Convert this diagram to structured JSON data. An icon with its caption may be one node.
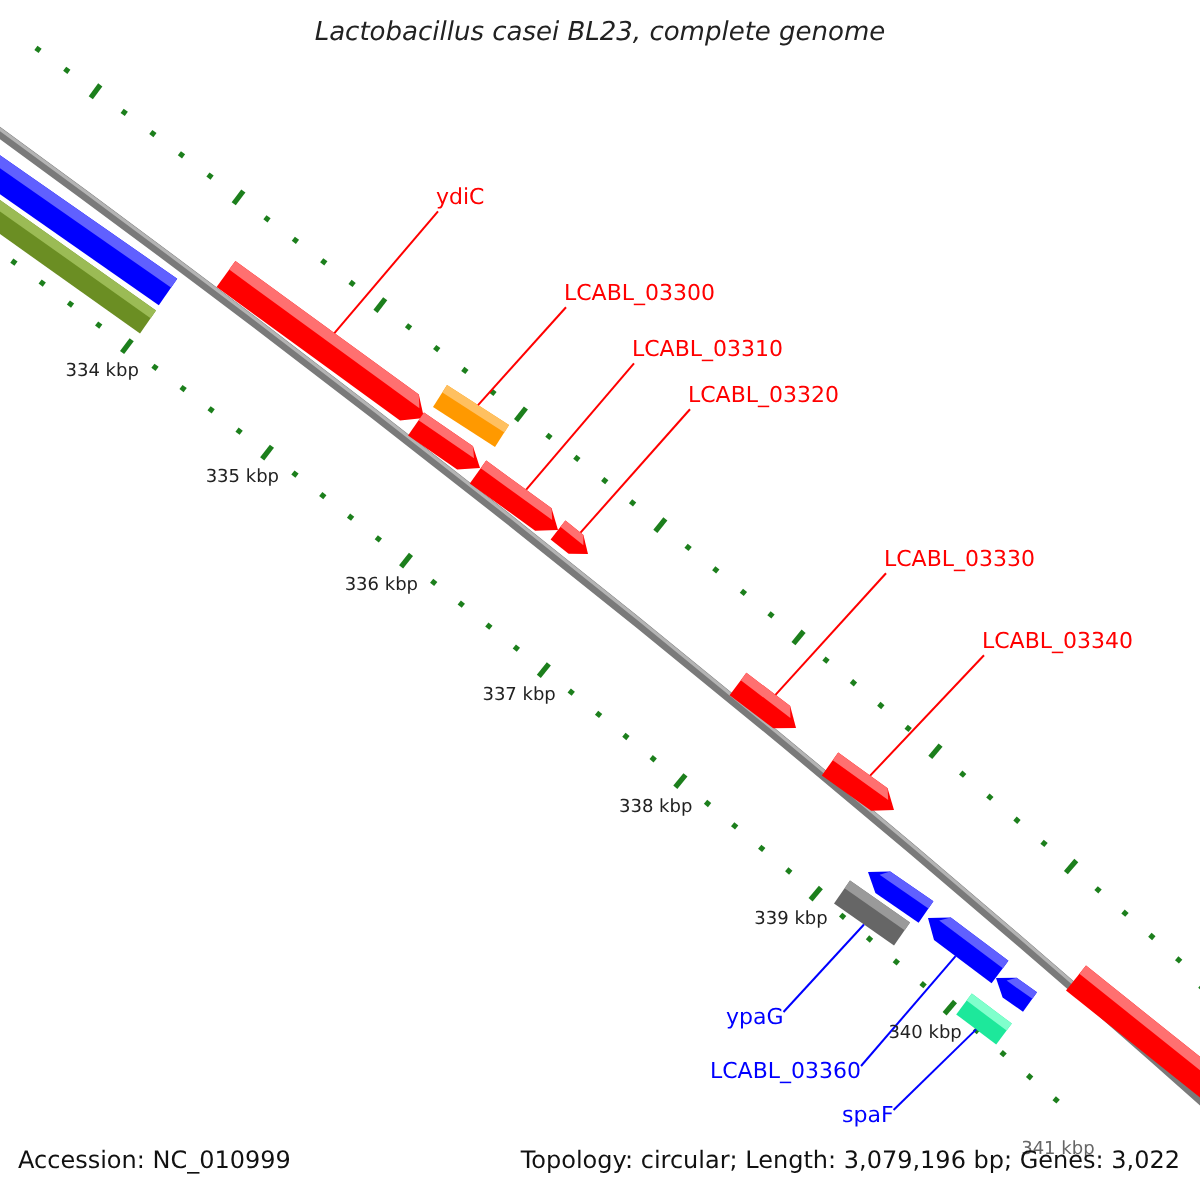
{
  "diagram": {
    "title": "Lactobacillus casei BL23, complete genome",
    "nodes": [
      {
        "text": [],
        "shape": "bar"
      },
      {
        "text": [],
        "shape": "bar"
      },
      {
        "text": [
          "ydiC"
        ]
      },
      {
        "text": [],
        "shape": "arrow"
      },
      {
        "text": [
          "LCABL_03300"
        ]
      },
      {
        "text": [
          "LCABL_03310"
        ]
      },
      {
        "text": [],
        "shape": "arrow"
      },
      {
        "text": [],
        "shape": "bar"
      },
      {
        "text": [
          "LCABL_03320"
        ]
      },
      {
        "text": [],
        "shape": "arrow"
      },
      {
        "text": [],
        "shape": "arrow"
      },
      {
        "text": [
          "LCABL_03330"
        ]
      },
      {
        "text": [
          "LCABL_03340"
        ]
      },
      {
        "text": [],
        "shape": "arrow"
      },
      {
        "text": [],
        "shape": "arrow"
      },
      {
        "text": [],
        "shape": "arrow"
      },
      {
        "text": [],
        "shape": "bar"
      },
      {
        "text": [],
        "shape": "arrow"
      },
      {
        "text": [],
        "shape": "arrow"
      },
      {
        "text": [],
        "shape": "bar"
      },
      {
        "text": [],
        "shape": "bar"
      },
      {
        "text": [
          "ypaG"
        ]
      },
      {
        "text": [
          "LCABL_03360"
        ]
      },
      {
        "text": [
          "spaF"
        ]
      }
    ],
    "edges": [
      {
        "from": 2,
        "to": 3,
        "arrow": "none"
      },
      {
        "from": 4,
        "to": 7,
        "arrow": "none"
      },
      {
        "from": 5,
        "to": 9,
        "arrow": "none"
      },
      {
        "from": 8,
        "to": 10,
        "arrow": "none"
      },
      {
        "from": 11,
        "to": 13,
        "arrow": "none"
      },
      {
        "from": 12,
        "to": 14,
        "arrow": "none"
      },
      {
        "from": 21,
        "to": 16,
        "arrow": "none",
        "color": "#0000ff"
      },
      {
        "from": 22,
        "to": 17,
        "arrow": "none",
        "color": "#0000ff"
      },
      {
        "from": 23,
        "to": 19,
        "arrow": "none",
        "color": "#0000ff"
      }
    ],
    "labels": [
      "334 kbp",
      "335 kbp",
      "336 kbp",
      "337 kbp",
      "338 kbp",
      "339 kbp",
      "340 kbp",
      "341 kbp",
      "Accession: NC_010999",
      "Topology: circular; Length: 3,079,196 bp; Genes: 3,022"
    ]
  }
}
